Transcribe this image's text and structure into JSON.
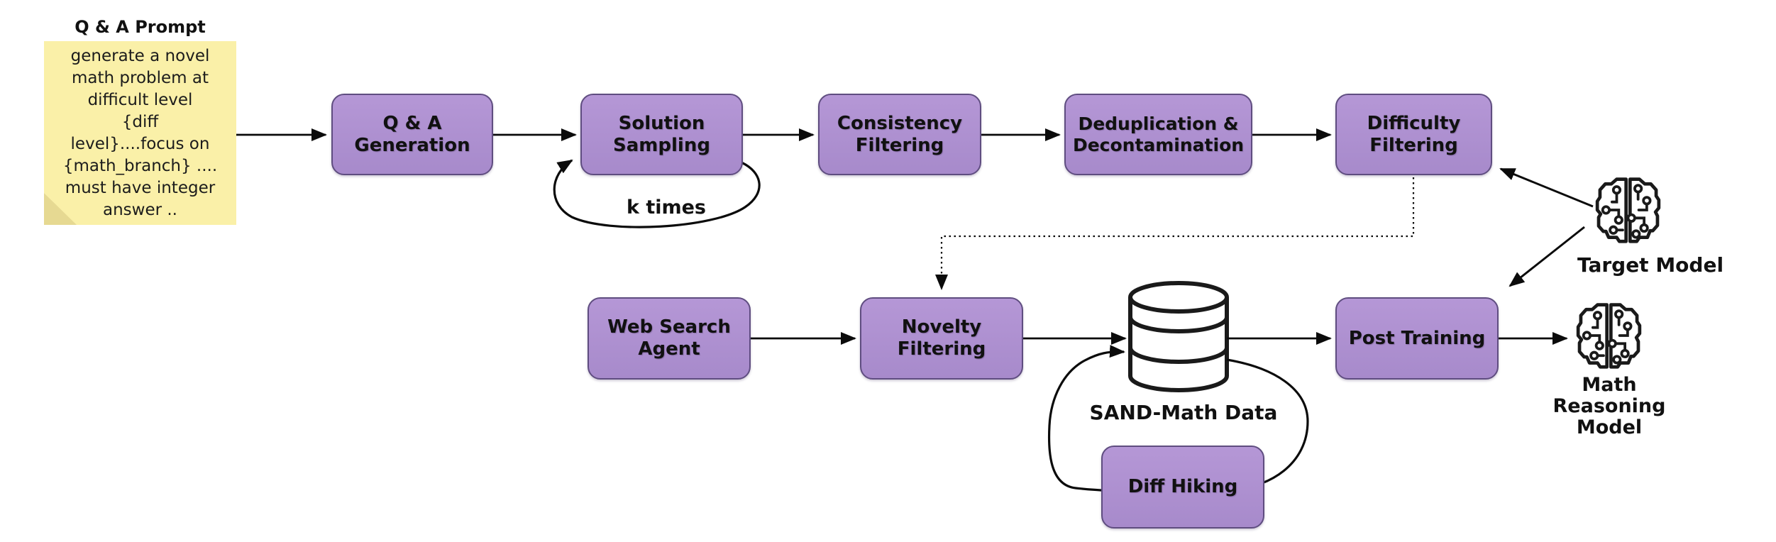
{
  "note": {
    "title": "Q & A Prompt",
    "body": "generate a novel\nmath problem at\ndifficult level\n{diff\nlevel}....focus on\n{math_branch} ....\nmust have integer\nanswer .."
  },
  "stages": {
    "qa_generation": {
      "label": "Q & A Generation"
    },
    "solution_sampling": {
      "label": "Solution Sampling"
    },
    "consistency_filtering": {
      "label": "Consistency Filtering"
    },
    "deduplication": {
      "label": "Deduplication & Decontamination"
    },
    "difficulty_filtering": {
      "label": "Difficulty Filtering"
    },
    "web_search_agent": {
      "label": "Web Search Agent"
    },
    "novelty_filtering": {
      "label": "Novelty Filtering"
    },
    "post_training": {
      "label": "Post Training"
    },
    "diff_hiking": {
      "label": "Diff Hiking"
    }
  },
  "annotations": {
    "loop_label": "k times",
    "database_label": "SAND-Math Data",
    "target_model_label": "Target Model",
    "reasoning_model_label": "Math\nReasoning\nModel"
  },
  "icons": {
    "target_model": "brain-circuit-icon",
    "reasoning_model": "brain-circuit-icon",
    "database": "database-cylinder-icon"
  },
  "colors": {
    "stage_fill_top": "#B597D6",
    "stage_fill_bottom": "#A78ACB",
    "stage_border": "#5F4D80",
    "note_fill": "#FAF0A8",
    "note_fold": "#E6D992",
    "line": "#0B0B0B",
    "text": "#111111",
    "background": "#FFFFFF"
  }
}
